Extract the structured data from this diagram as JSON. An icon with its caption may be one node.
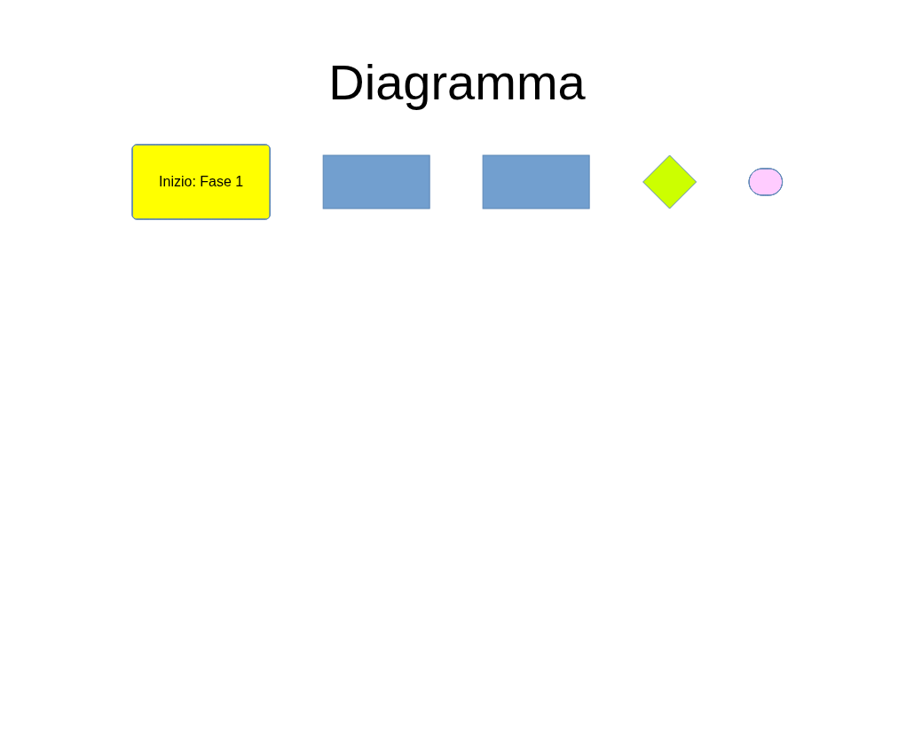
{
  "diagram": {
    "title": "Diagramma",
    "nodes": [
      {
        "text": [
          "Inizio: Fase 1"
        ]
      },
      {
        "text": [],
        "shape": "box"
      },
      {
        "text": [],
        "shape": "box"
      },
      {
        "text": [],
        "shape": "diamond"
      },
      {
        "text": [],
        "shape": "ellipse"
      }
    ],
    "edges": []
  }
}
